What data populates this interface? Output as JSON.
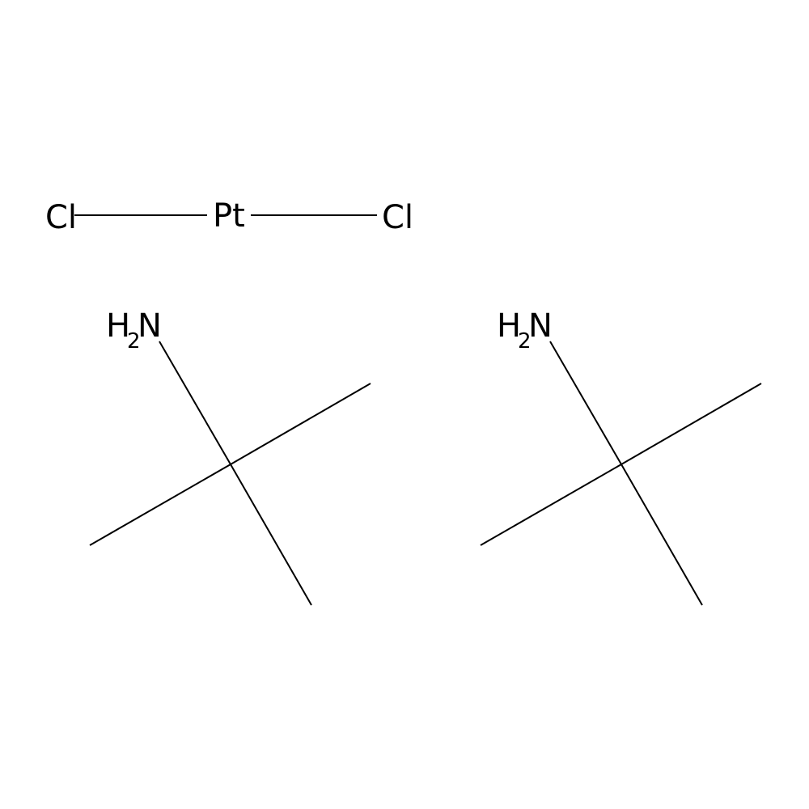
{
  "molecule": {
    "metal_complex": {
      "left_ligand": "Cl",
      "metal": "Pt",
      "right_ligand": "Cl"
    },
    "amines": [
      {
        "hydrogen": "H",
        "subscript": "2",
        "nitrogen": "N"
      },
      {
        "hydrogen": "H",
        "subscript": "2",
        "nitrogen": "N"
      }
    ]
  },
  "colors": {
    "bond": "#000000",
    "atom_label": "#000000",
    "background": "#ffffff"
  }
}
